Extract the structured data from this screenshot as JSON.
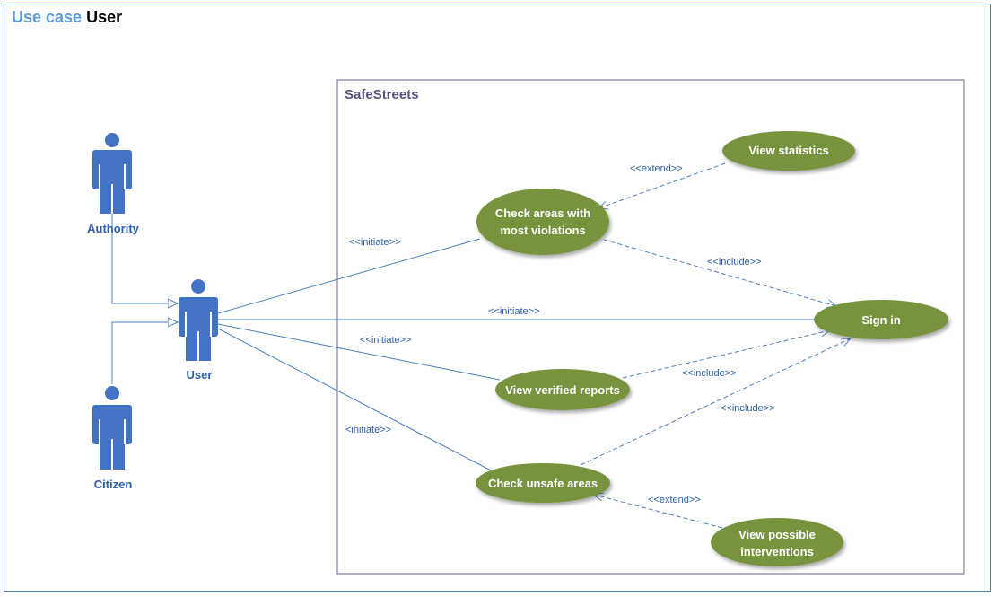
{
  "diagram": {
    "title_keyword": "Use case",
    "title_name": "User",
    "system_name": "SafeStreets",
    "actors": {
      "authority": "Authority",
      "user": "User",
      "citizen": "Citizen"
    },
    "use_cases": {
      "check_areas": [
        "Check areas with",
        "most violations"
      ],
      "view_statistics": "View statistics",
      "sign_in": "Sign in",
      "view_verified_reports": "View verified reports",
      "check_unsafe_areas": "Check unsafe areas",
      "view_possible_interventions": [
        "View possible",
        "interventions"
      ]
    },
    "relations": {
      "initiate_check_areas": "<<initiate>>",
      "initiate_sign_in": "<<initiate>>",
      "initiate_view_reports": "<<initiate>>",
      "initiate_unsafe": "<initiate>>",
      "extend_statistics": "<<extend>>",
      "include_check_areas": "<<include>>",
      "include_view_reports": "<<include>>",
      "include_unsafe": "<<include>>",
      "extend_interventions": "<<extend>>"
    },
    "colors": {
      "frame_border": "#4f81bd",
      "title_keyword": "#5b9bd5",
      "actor_fill": "#4472c4",
      "actor_label": "#2e5fa8",
      "use_case_fill": "#77933c",
      "use_case_text": "#ffffff",
      "line": "#4a7ebb",
      "system_border": "#7f7f9f",
      "system_title": "#5a4e7c"
    }
  }
}
